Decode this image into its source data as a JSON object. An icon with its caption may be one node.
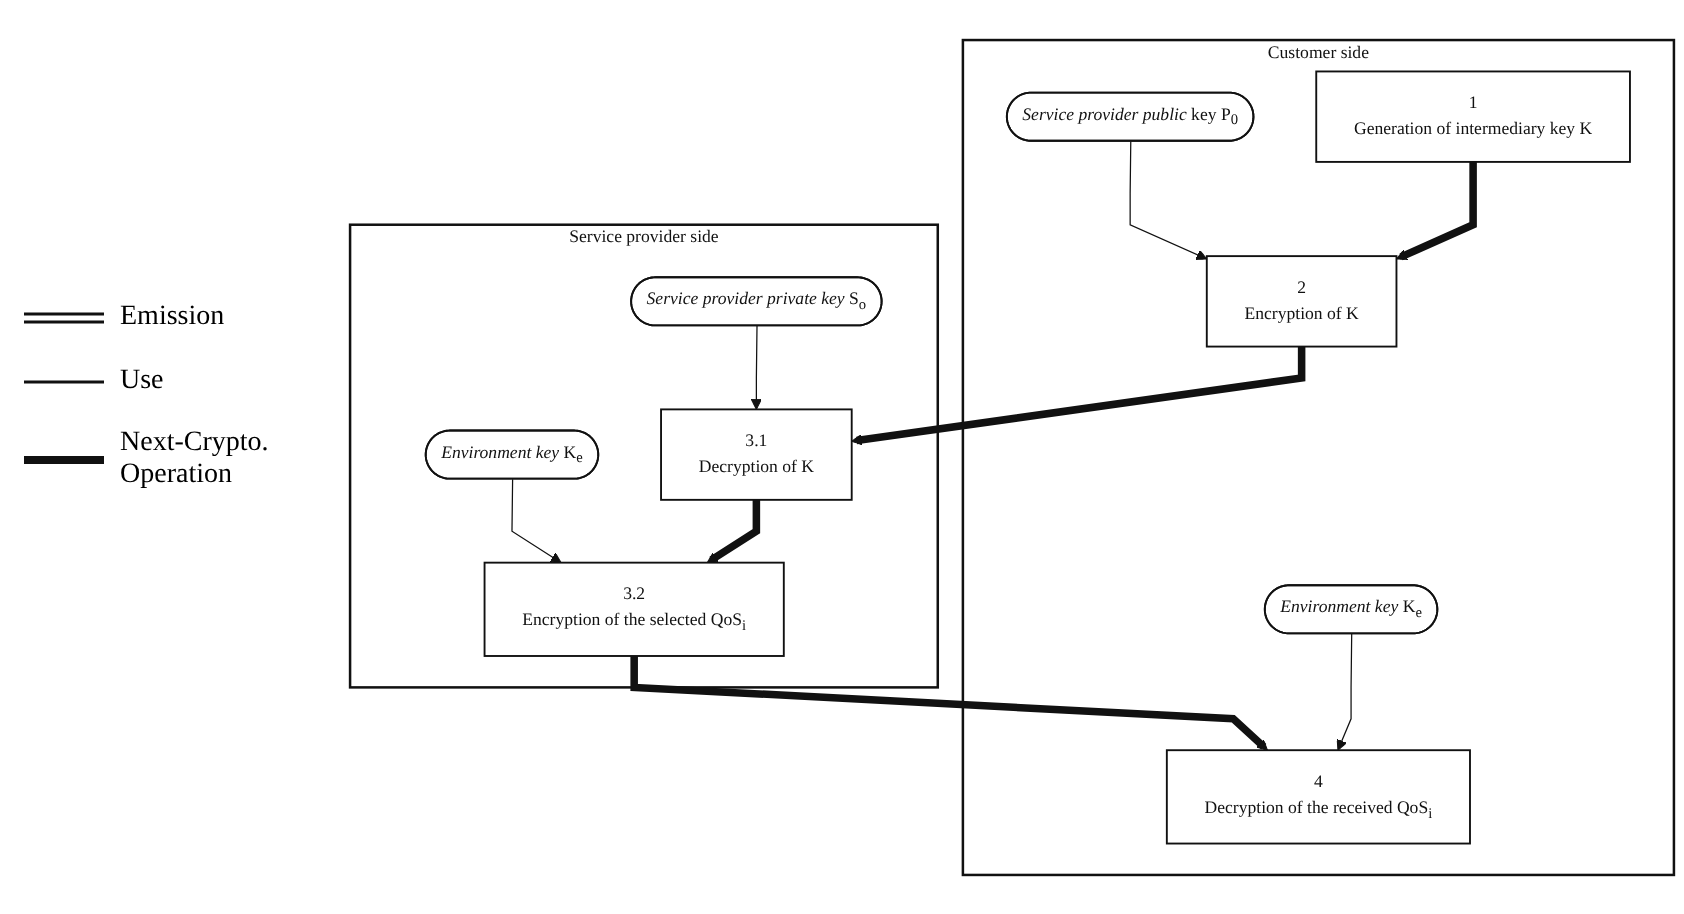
{
  "diagram": {
    "nodes": [
      {
        "text": [
          "Customer side"
        ]
      },
      {
        "text": [
          "*Service provider public* key P$_{0}$"
        ],
        "in": 0
      },
      {
        "text": [
          "1",
          "Generation of intermediary key K"
        ],
        "in": 0
      },
      {
        "text": [
          "2",
          "Encryption of K"
        ],
        "in": 0
      },
      {
        "text": [
          "*Environment key* K$_{e}$"
        ],
        "in": 0
      },
      {
        "text": [
          "4",
          "Decryption of the received QoS$_{i}$"
        ],
        "in": 0
      },
      {
        "text": [
          "Service provider side"
        ]
      },
      {
        "text": [
          "*Service provider private key* S$_{o}$"
        ],
        "in": 6
      },
      {
        "text": [
          "*Environment key* K$_{e}$"
        ],
        "in": 6
      },
      {
        "text": [
          "3.1",
          "Decryption of K"
        ],
        "in": 6
      },
      {
        "text": [
          "3.2",
          "Encryption of the selected QoS$_{i}$"
        ],
        "in": 6
      }
    ],
    "edges": [
      {
        "from": 1,
        "to": 3,
        "arrow": "to"
      },
      {
        "from": 2,
        "to": 3,
        "arrow": "to",
        "style": "thick"
      },
      {
        "from": 3,
        "to": 9,
        "arrow": "to",
        "style": "thick"
      },
      {
        "from": 7,
        "to": 9,
        "arrow": "to"
      },
      {
        "from": 8,
        "to": 10,
        "arrow": "to"
      },
      {
        "from": 9,
        "to": 10,
        "arrow": "to",
        "style": "thick"
      },
      {
        "from": 10,
        "to": 5,
        "arrow": "to",
        "style": "thick"
      },
      {
        "from": 4,
        "to": 5,
        "arrow": "to"
      }
    ],
    "legend": [
      {
        "text": "Emission"
      },
      {
        "text": "Use"
      },
      {
        "text": "Next-Crypto. Operation"
      }
    ]
  }
}
